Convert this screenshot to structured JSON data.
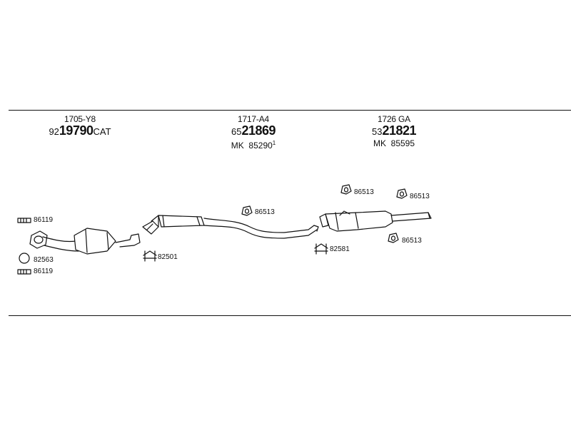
{
  "groups": [
    {
      "code": "1705-Y8",
      "part_prefix": "92",
      "part_main": "19790",
      "part_suffix": "CAT",
      "mk_label": "",
      "mk_number": "",
      "mk_sup": ""
    },
    {
      "code": "1717-A4",
      "part_prefix": "65",
      "part_main": "21869",
      "part_suffix": "",
      "mk_label": "MK",
      "mk_number": "85290",
      "mk_sup": "1"
    },
    {
      "code": "1726 GA",
      "part_prefix": "53",
      "part_main": "21821",
      "part_suffix": "",
      "mk_label": "MK",
      "mk_number": "85595",
      "mk_sup": ""
    }
  ],
  "parts": {
    "gasket_top": "86119",
    "ring": "82563",
    "gasket_bottom": "86119",
    "clamp_1": "82501",
    "hanger_mid": "86513",
    "clamp_2": "82581",
    "hanger_rear_1": "86513",
    "hanger_rear_2": "86513",
    "hanger_rear_3": "86513"
  }
}
